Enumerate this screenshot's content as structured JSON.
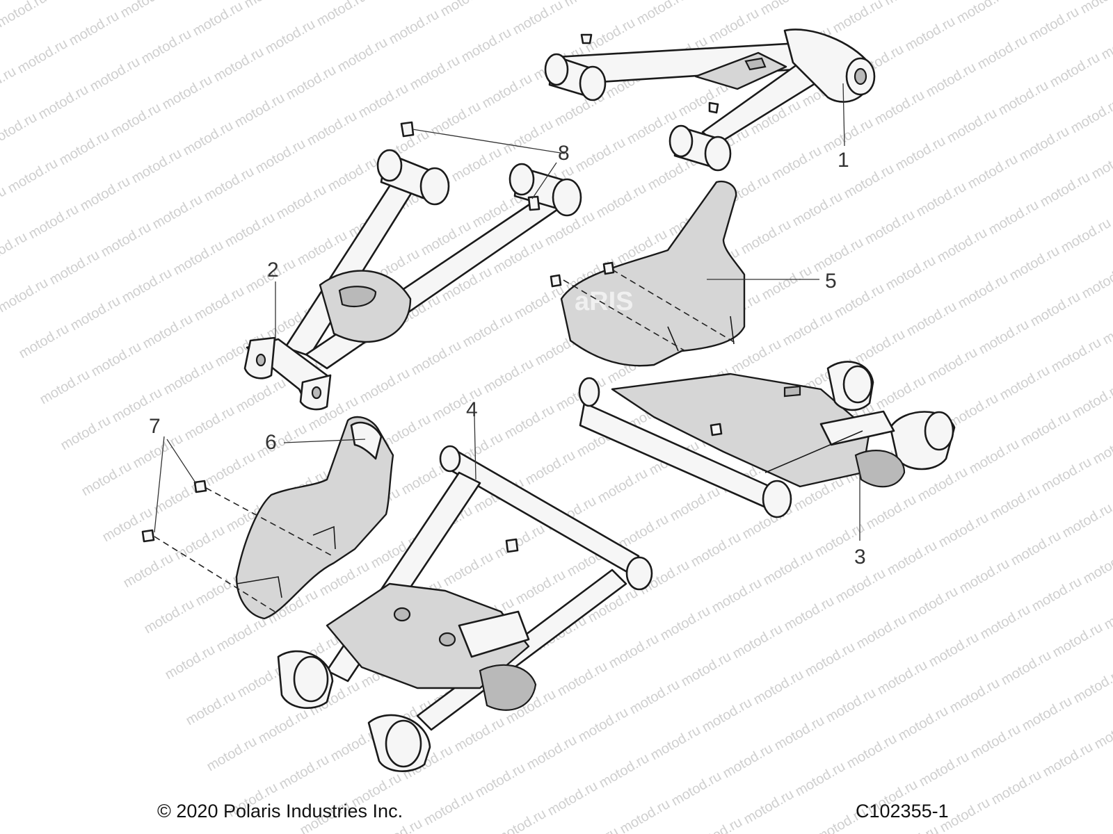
{
  "callouts": [
    {
      "id": "1",
      "label": "1"
    },
    {
      "id": "2",
      "label": "2"
    },
    {
      "id": "3",
      "label": "3"
    },
    {
      "id": "4",
      "label": "4"
    },
    {
      "id": "5",
      "label": "5"
    },
    {
      "id": "6",
      "label": "6"
    },
    {
      "id": "7",
      "label": "7"
    },
    {
      "id": "8",
      "label": "8"
    }
  ],
  "watermark": {
    "text": "motod.ru",
    "color": "#cfcfcf"
  },
  "decal_text": "aRIS",
  "footer": {
    "copyright": "© 2020 Polaris Industries Inc.",
    "diagram_code": "C102355-1"
  }
}
